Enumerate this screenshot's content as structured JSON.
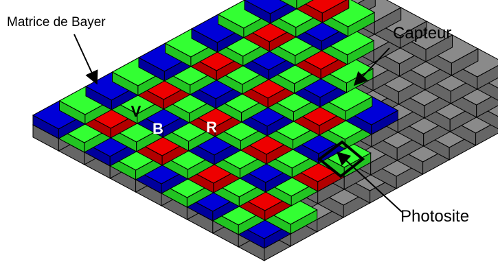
{
  "labels": {
    "bayer_matrix": "Matrice de Bayer",
    "sensor": "Capteur",
    "photosite": "Photosite"
  },
  "cell_letters": {
    "green": "V",
    "blue": "B",
    "red": "R"
  },
  "colors": {
    "green_top": "#33ff33",
    "green_side": "#22c422",
    "blue_top": "#0000d8",
    "blue_side": "#00009c",
    "red_top": "#ee0000",
    "red_side": "#b20000",
    "sensor_top": "#8a8a8a",
    "sensor_side": "#666666",
    "outline": "#000000"
  },
  "grid": {
    "rows": 9,
    "cols": 11,
    "bayer_cols_per_row": [
      11,
      10,
      10,
      9,
      8,
      7,
      7,
      5,
      2
    ]
  }
}
